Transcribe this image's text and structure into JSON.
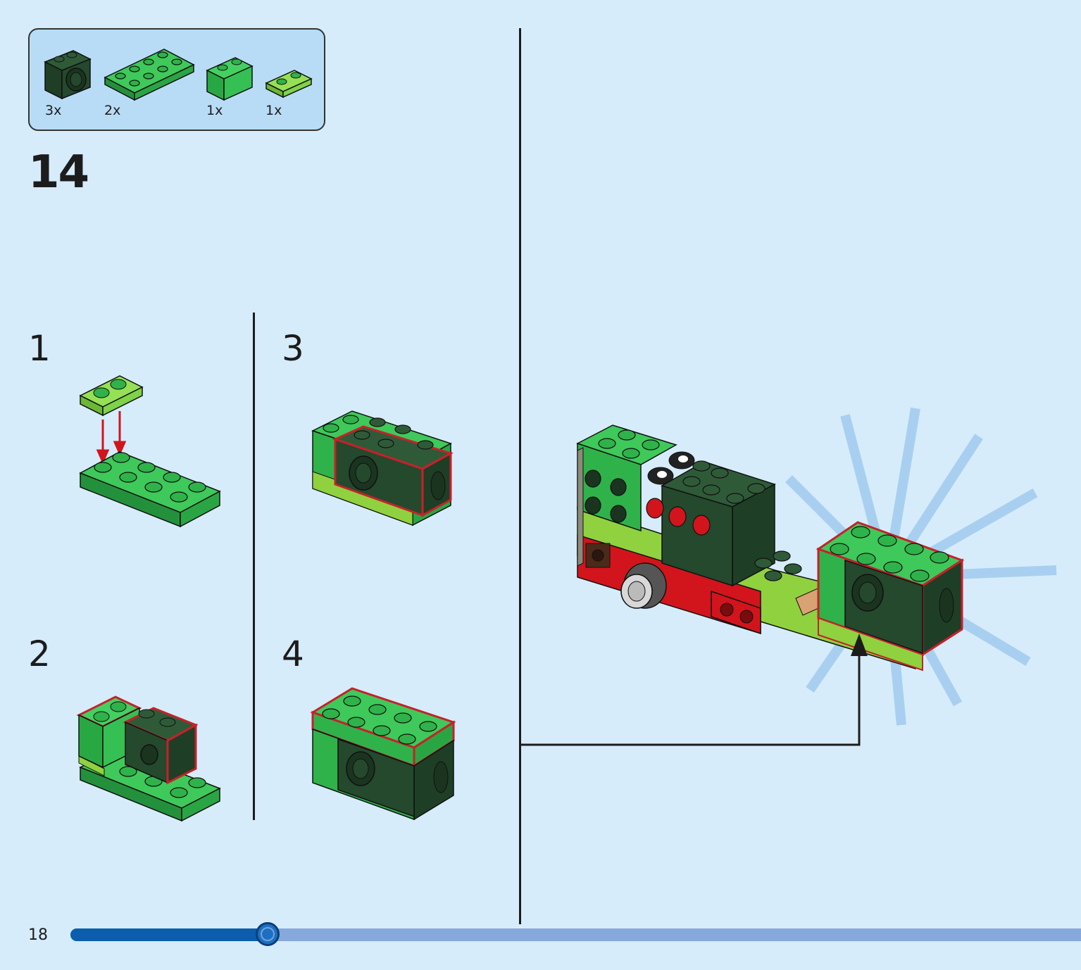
{
  "page": {
    "step_number": "14",
    "page_number": "18",
    "progress_fraction": 0.195
  },
  "parts_list": [
    {
      "qty": "3x",
      "icon": "dark-green-brick-with-hole-icon",
      "color": "#24492d"
    },
    {
      "qty": "2x",
      "icon": "green-plate-2x4-icon",
      "color": "#2fb24a"
    },
    {
      "qty": "1x",
      "icon": "green-brick-1x2-icon",
      "color": "#34c052"
    },
    {
      "qty": "1x",
      "icon": "lime-plate-1x2-icon",
      "color": "#7ed348"
    }
  ],
  "substeps": [
    {
      "number": "1"
    },
    {
      "number": "2"
    },
    {
      "number": "3"
    },
    {
      "number": "4"
    }
  ],
  "colors": {
    "background": "#d6ecfb",
    "green": "#2fb24a",
    "dark_green": "#24492d",
    "lime": "#8fd13f",
    "red": "#d2141c",
    "highlight_outline": "#c8202a",
    "progress_fill": "#0b5eab",
    "progress_track": "#86a8da"
  }
}
